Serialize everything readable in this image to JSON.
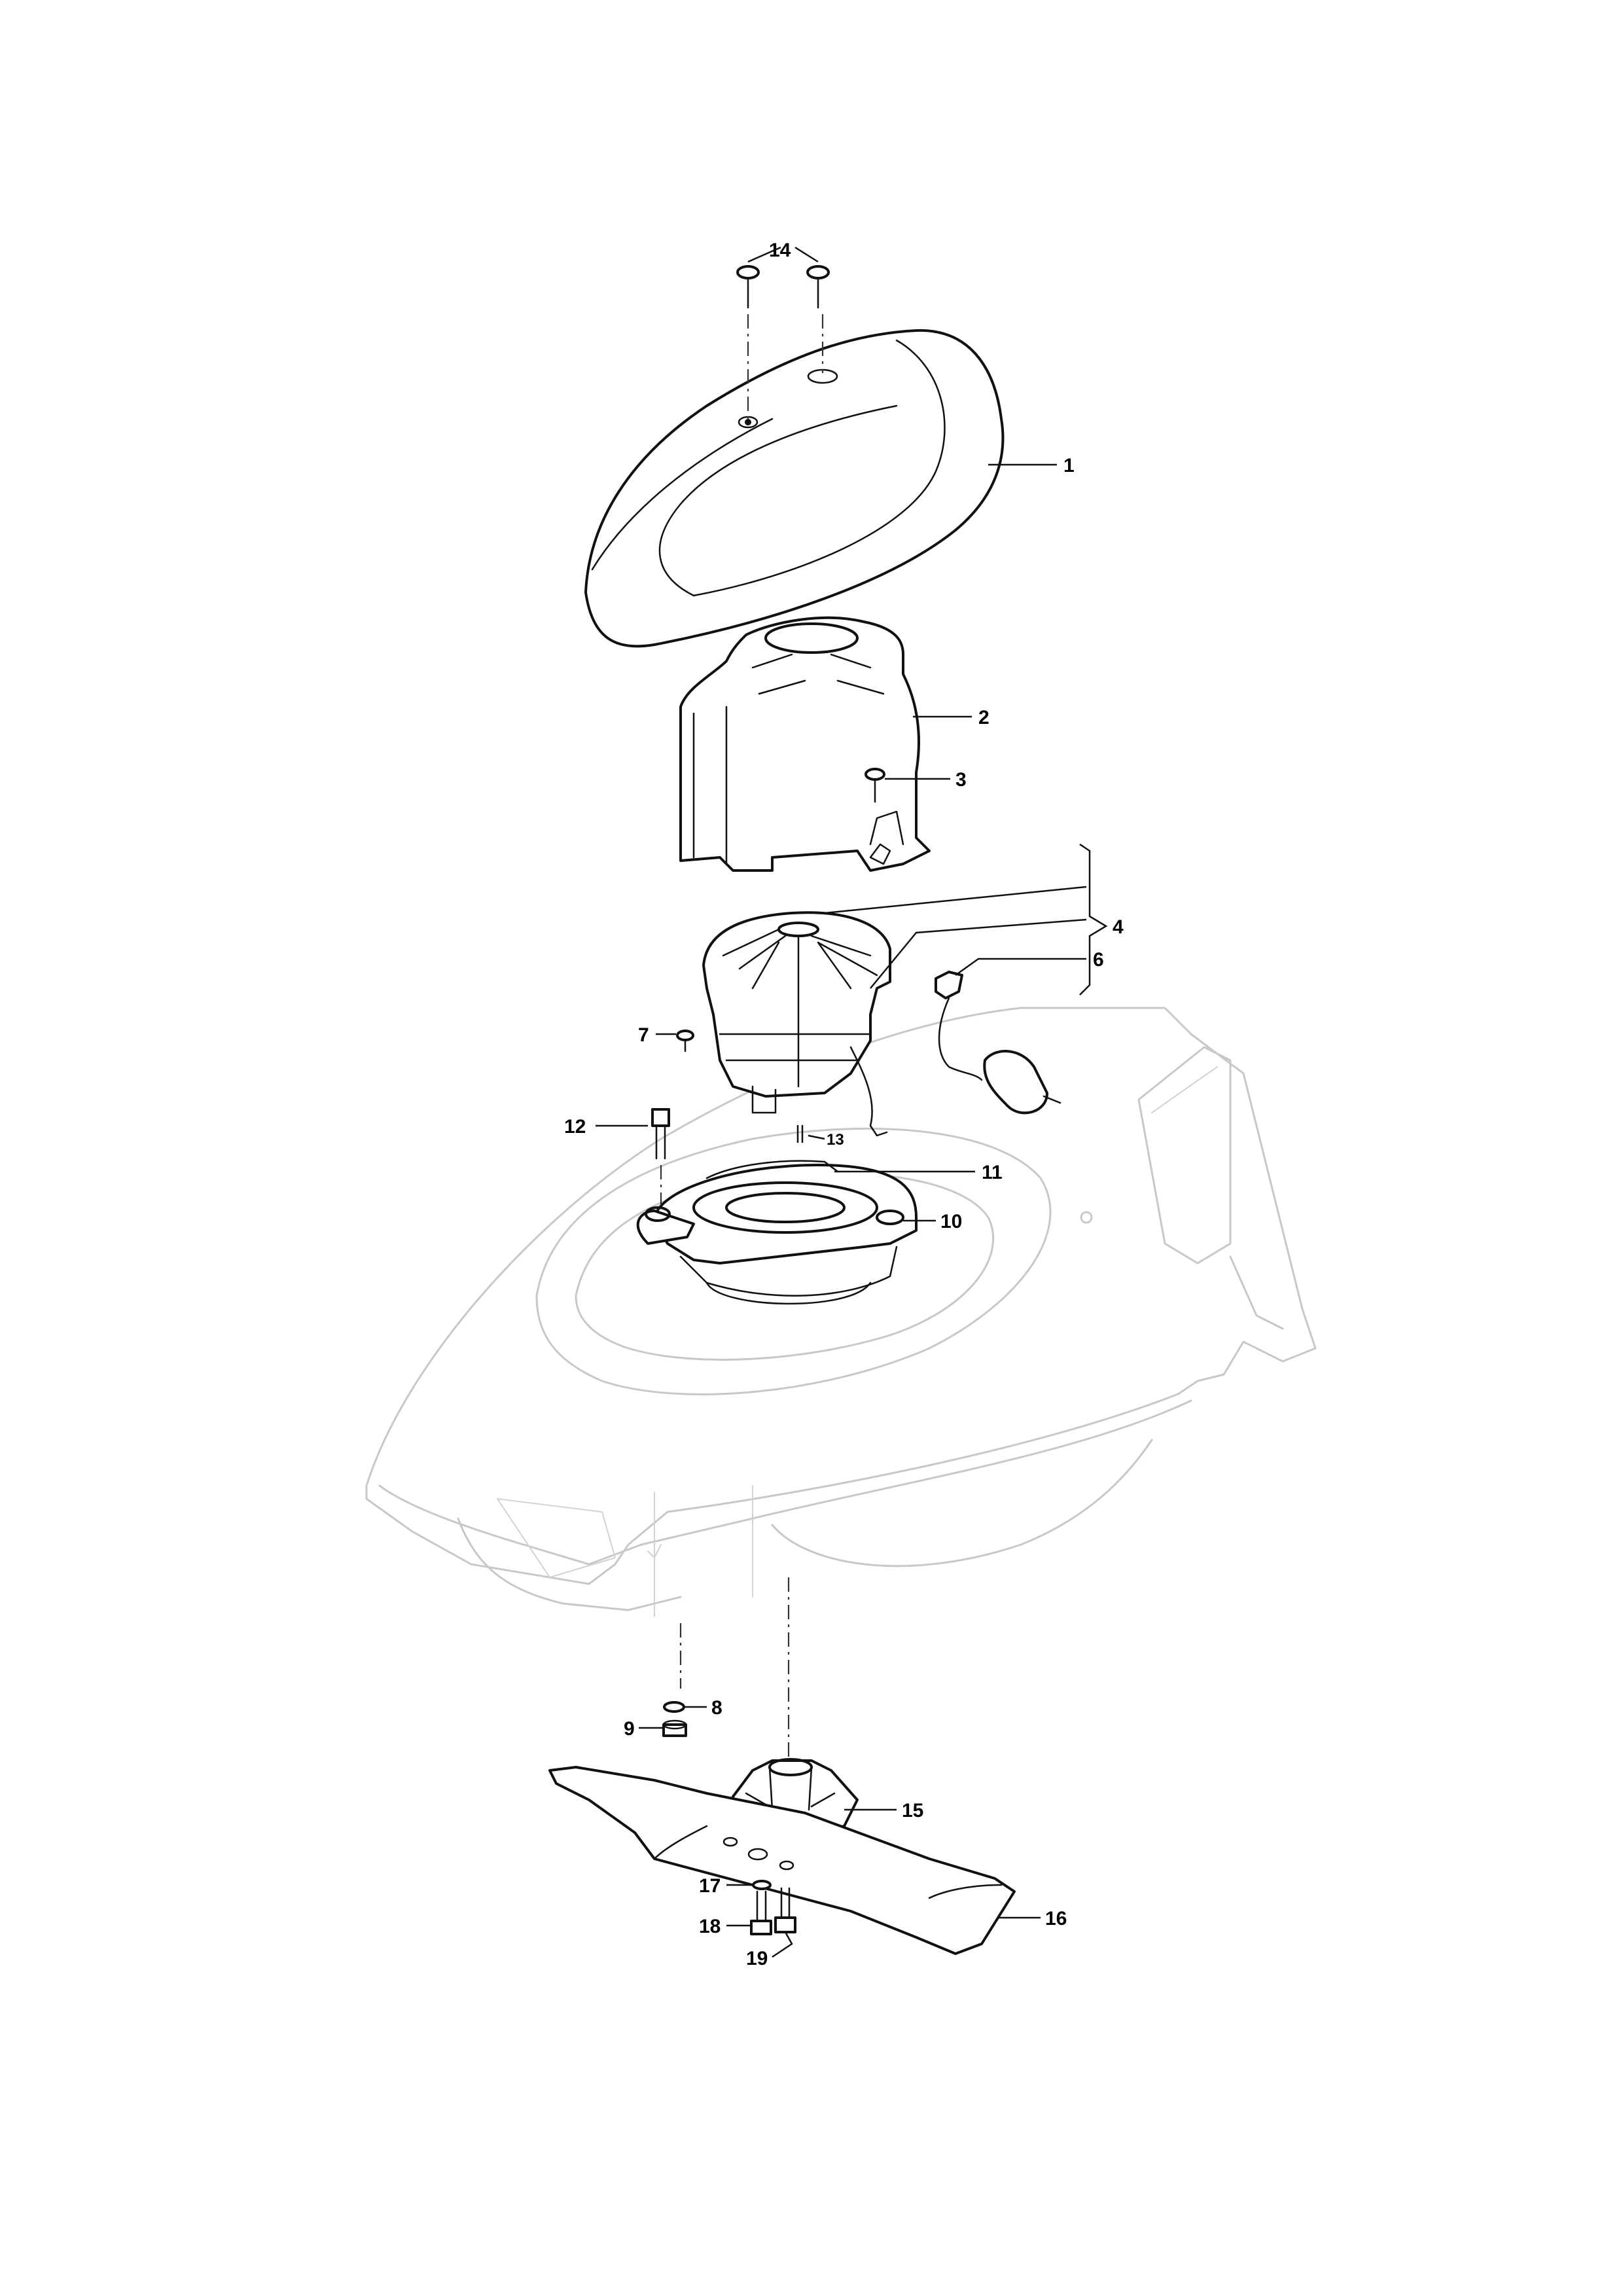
{
  "callouts": [
    {
      "id": "1",
      "text": "1"
    },
    {
      "id": "2",
      "text": "2"
    },
    {
      "id": "3",
      "text": "3"
    },
    {
      "id": "4",
      "text": "4"
    },
    {
      "id": "6",
      "text": "6"
    },
    {
      "id": "7",
      "text": "7"
    },
    {
      "id": "8",
      "text": "8"
    },
    {
      "id": "9",
      "text": "9"
    },
    {
      "id": "10",
      "text": "10"
    },
    {
      "id": "11",
      "text": "11"
    },
    {
      "id": "12",
      "text": "12"
    },
    {
      "id": "13",
      "text": "13"
    },
    {
      "id": "14",
      "text": "14"
    },
    {
      "id": "15",
      "text": "15"
    },
    {
      "id": "16",
      "text": "16"
    },
    {
      "id": "17",
      "text": "17"
    },
    {
      "id": "18",
      "text": "18"
    },
    {
      "id": "19",
      "text": "19"
    }
  ],
  "colors": {
    "ink": "#111111",
    "ghost": "#c8c8c8",
    "background": "#ffffff"
  }
}
